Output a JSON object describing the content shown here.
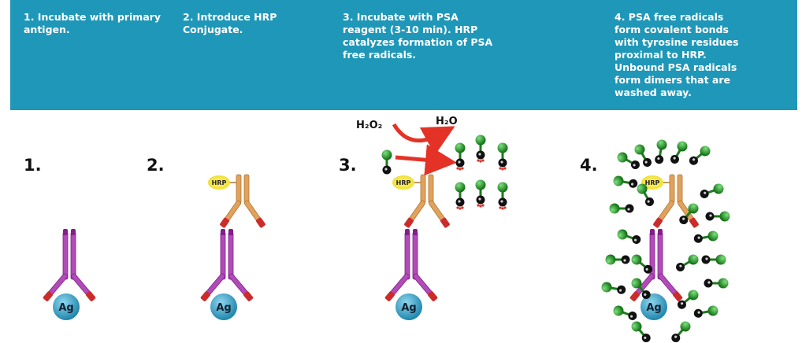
{
  "steps": [
    {
      "number": "1.",
      "text": "1. Incubate with primary antigen."
    },
    {
      "number": "2.",
      "text": "2. Introduce HRP Conjugate."
    },
    {
      "number": "3.",
      "text": "3. Incubate with PSA reagent (3-10 min). HRP catalyzes formation of PSA free radicals."
    },
    {
      "number": "4.",
      "text": "4. PSA free radicals form covalent bonds with tyrosine residues proximal to HRP. Unbound PSA radicals form dimers that are washed away."
    }
  ],
  "labels": {
    "antigen": "Ag",
    "hrp": "HRP",
    "peroxide": "H₂O₂",
    "water": "H₂O"
  },
  "colors": {
    "banner": "#1f97b8",
    "primary_antibody": "#b04bb8",
    "hrp_conjugate": "#e0a25c",
    "antigen": "#3aa6c8",
    "hrp_enzyme": "#f2e233",
    "psa_radical": "#2a9a2a",
    "arrow": "#e53226"
  }
}
